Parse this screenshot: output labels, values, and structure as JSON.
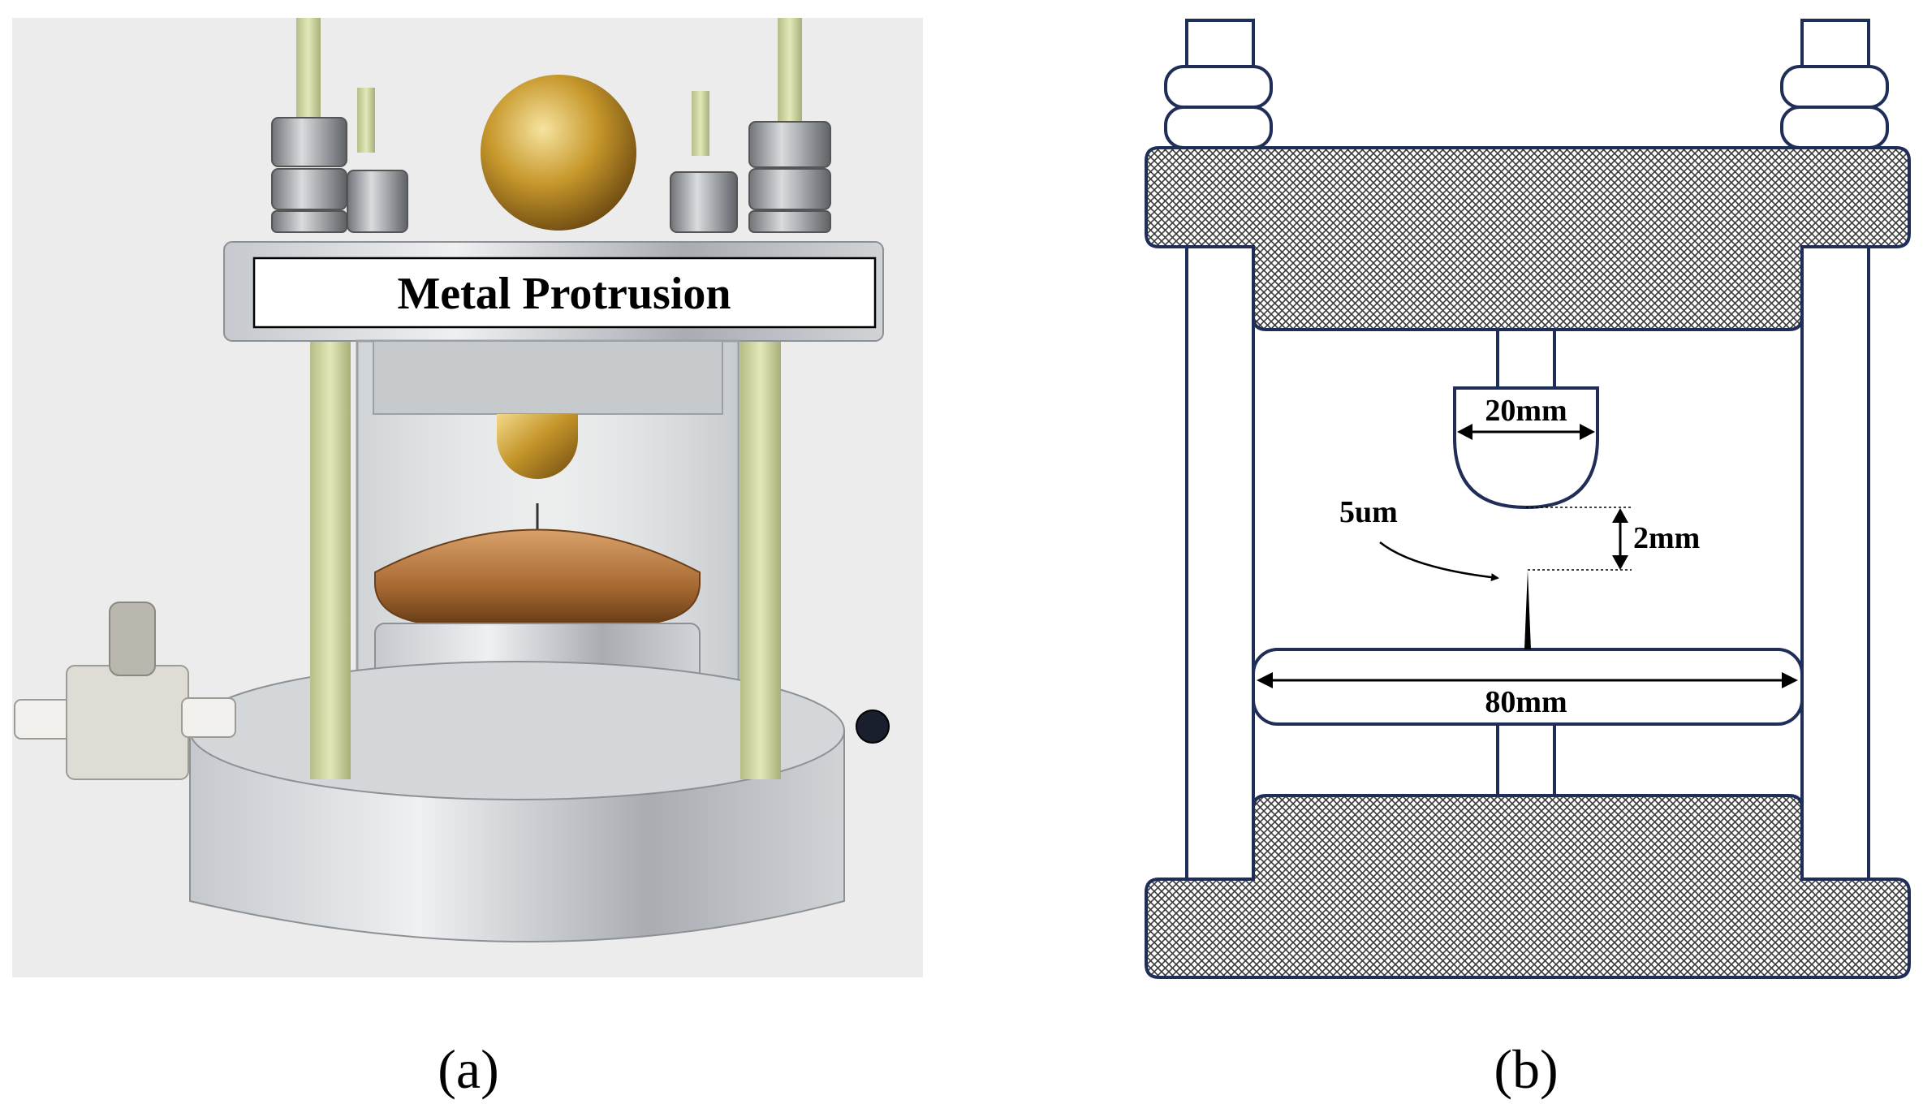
{
  "panel_a": {
    "label_box_text": "Metal Protrusion",
    "caption": "(a)"
  },
  "panel_b": {
    "dim_electrode_width": "20mm",
    "dim_gap": "2mm",
    "dim_protrusion": "5um",
    "dim_plate_width": "80mm",
    "caption": "(b)"
  },
  "colors": {
    "outline": "#1f2e58",
    "hatch": "#3a3a3a",
    "brass": "#b8891f",
    "copper": "#b0743a",
    "aluminum": "#b4b8bc",
    "fiberglass": "#cfd6a2",
    "backdrop": "#ececec"
  }
}
